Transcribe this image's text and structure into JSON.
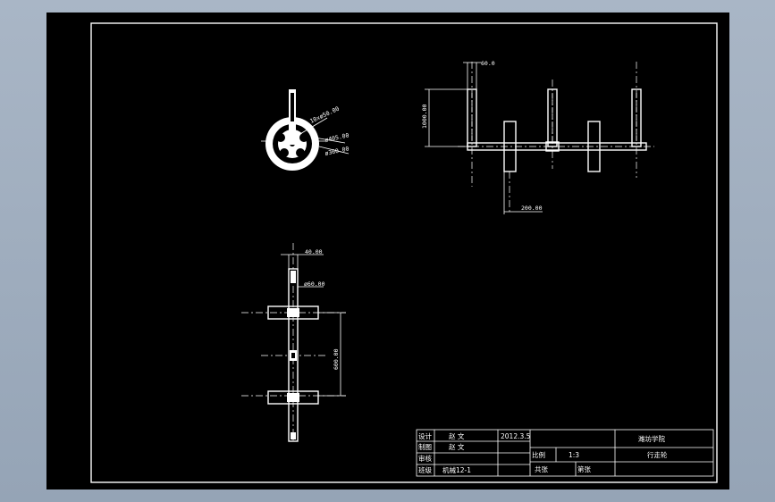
{
  "drawing": {
    "top_view": {
      "dim_spoke": "10xø50.00",
      "dim_outer": "ø405.00",
      "dim_inner": "ø360.00"
    },
    "front_view": {
      "dim_width": "60.0",
      "dim_height": "1000.00",
      "dim_offset": "200.00"
    },
    "side_view": {
      "dim_top": "40.00",
      "dim_shaft": "ø60.00",
      "dim_span": "600.00"
    }
  },
  "title_block": {
    "row1": [
      "设计",
      "赵 文",
      "2012.3.5"
    ],
    "row2": [
      "制图",
      "赵 文"
    ],
    "row3": [
      "审核"
    ],
    "row4": [
      "班级",
      "机械12-1"
    ],
    "school": "潍坊学院",
    "scale_label": "比例",
    "scale_value": "1:3",
    "sheets_total": "共张",
    "sheet_no": "第张",
    "part_name": "行走轮"
  }
}
